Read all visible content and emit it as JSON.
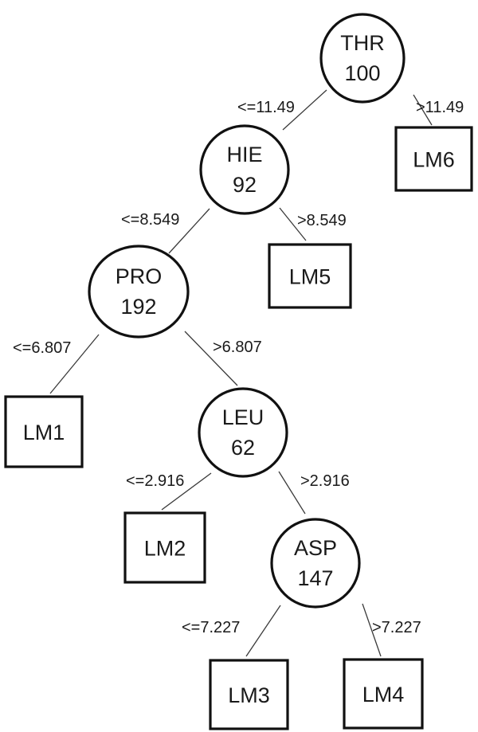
{
  "tree": {
    "nodes": [
      {
        "id": "thr",
        "kind": "split",
        "attribute": "THR",
        "value": "100"
      },
      {
        "id": "hie",
        "kind": "split",
        "attribute": "HIE",
        "value": "92"
      },
      {
        "id": "pro",
        "kind": "split",
        "attribute": "PRO",
        "value": "192"
      },
      {
        "id": "leu",
        "kind": "split",
        "attribute": "LEU",
        "value": "62"
      },
      {
        "id": "asp",
        "kind": "split",
        "attribute": "ASP",
        "value": "147"
      },
      {
        "id": "lm1",
        "kind": "leaf",
        "label": "LM1"
      },
      {
        "id": "lm2",
        "kind": "leaf",
        "label": "LM2"
      },
      {
        "id": "lm3",
        "kind": "leaf",
        "label": "LM3"
      },
      {
        "id": "lm4",
        "kind": "leaf",
        "label": "LM4"
      },
      {
        "id": "lm5",
        "kind": "leaf",
        "label": "LM5"
      },
      {
        "id": "lm6",
        "kind": "leaf",
        "label": "LM6"
      }
    ],
    "edges": [
      {
        "from": "thr",
        "to": "hie",
        "condition": "<=11.49"
      },
      {
        "from": "thr",
        "to": "lm6",
        "condition": ">11.49"
      },
      {
        "from": "hie",
        "to": "pro",
        "condition": "<=8.549"
      },
      {
        "from": "hie",
        "to": "lm5",
        "condition": ">8.549"
      },
      {
        "from": "pro",
        "to": "lm1",
        "condition": "<=6.807"
      },
      {
        "from": "pro",
        "to": "leu",
        "condition": ">6.807"
      },
      {
        "from": "leu",
        "to": "lm2",
        "condition": "<=2.916"
      },
      {
        "from": "leu",
        "to": "asp",
        "condition": ">2.916"
      },
      {
        "from": "asp",
        "to": "lm3",
        "condition": "<=7.227"
      },
      {
        "from": "asp",
        "to": "lm4",
        "condition": ">7.227"
      }
    ]
  }
}
